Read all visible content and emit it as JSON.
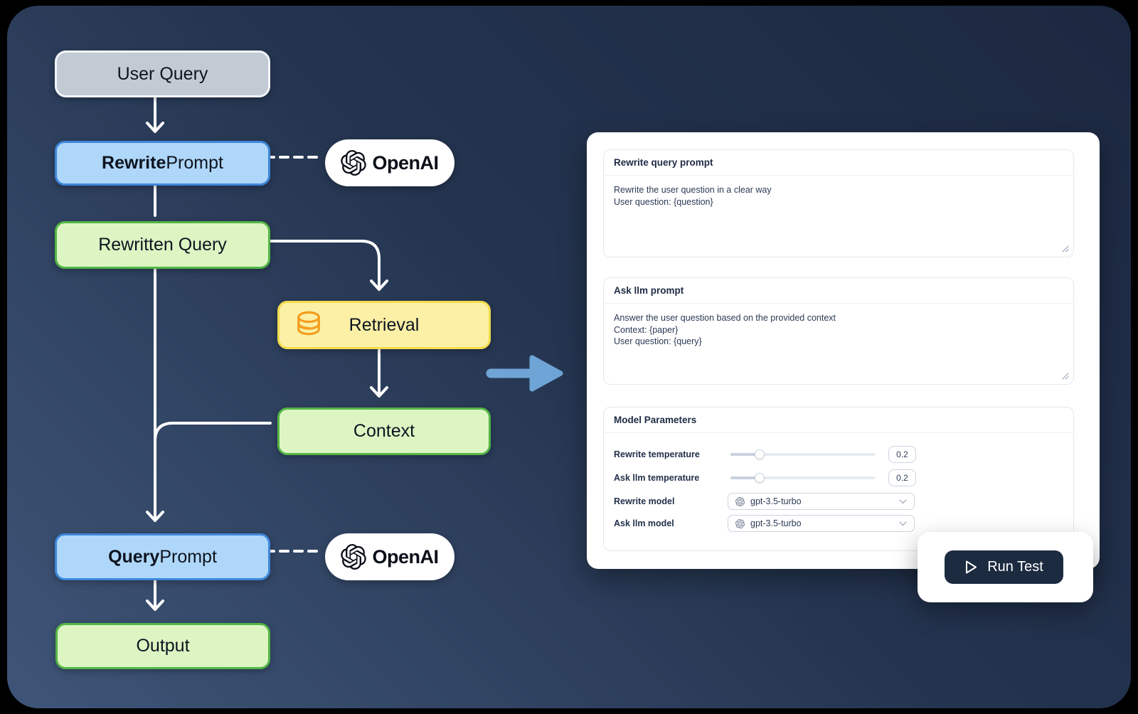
{
  "diagram": {
    "user_query": "User Query",
    "rewrite_prompt_bold": "Rewrite",
    "rewrite_prompt_rest": " Prompt",
    "openai_top": "OpenAI",
    "rewritten_query": "Rewritten Query",
    "retrieval": "Retrieval",
    "context": "Context",
    "query_prompt_bold": "Query",
    "query_prompt_rest": " Prompt",
    "openai_bottom": "OpenAI",
    "output": "Output"
  },
  "panel": {
    "rewrite_card": {
      "title": "Rewrite query prompt",
      "body": "Rewrite the user question in a clear way\n User question: {question}"
    },
    "ask_card": {
      "title": "Ask llm prompt",
      "body": "Answer the user question based on the provided context\n Context: {paper}\n User question: {query}"
    },
    "model_card": {
      "title": "Model Parameters",
      "rows": [
        {
          "label": "Rewrite temperature",
          "value": "0.2"
        },
        {
          "label": "Ask llm temperature",
          "value": "0.2"
        },
        {
          "label": "Rewrite model",
          "value": "gpt-3.5-turbo"
        },
        {
          "label": "Ask llm model",
          "value": "gpt-3.5-turbo"
        }
      ]
    },
    "run_test_label": "Run Test"
  },
  "colors": {
    "background_top": "#1c2840",
    "background_bottom": "#3f5578",
    "node_gray_fill": "#c2cad4",
    "node_blue_fill": "#afd7f9",
    "node_blue_border": "#3e87db",
    "node_green_fill": "#ddf5c3",
    "node_green_border": "#54b547",
    "node_yellow_fill": "#fbf0a6",
    "node_yellow_border": "#f2dc4b",
    "db_icon_orange": "#f49d1d",
    "connector_white": "#ffffff",
    "big_arrow_blue": "#6fa5d6",
    "run_test_button": "#1c2b40"
  }
}
